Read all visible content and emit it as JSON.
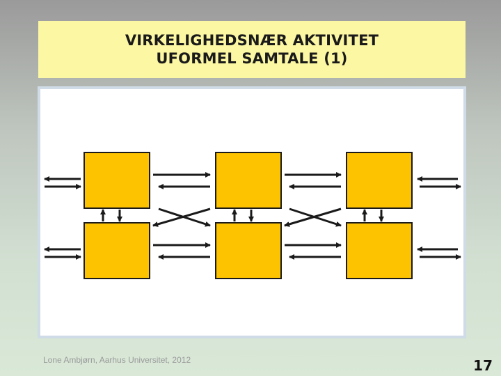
{
  "slide": {
    "title_line1": "VIRKELIGHEDSNÆR AKTIVITET",
    "title_line2": "UFORMEL SAMTALE (1)",
    "footer": "Lone Ambjørn, Aarhus Universitet,  2012",
    "page_number": "17"
  },
  "diagram": {
    "box_color": "#fdc300",
    "box_border": "#1a1a1a",
    "arrow_color": "#1a1a1a",
    "rows": 2,
    "columns": 3
  }
}
